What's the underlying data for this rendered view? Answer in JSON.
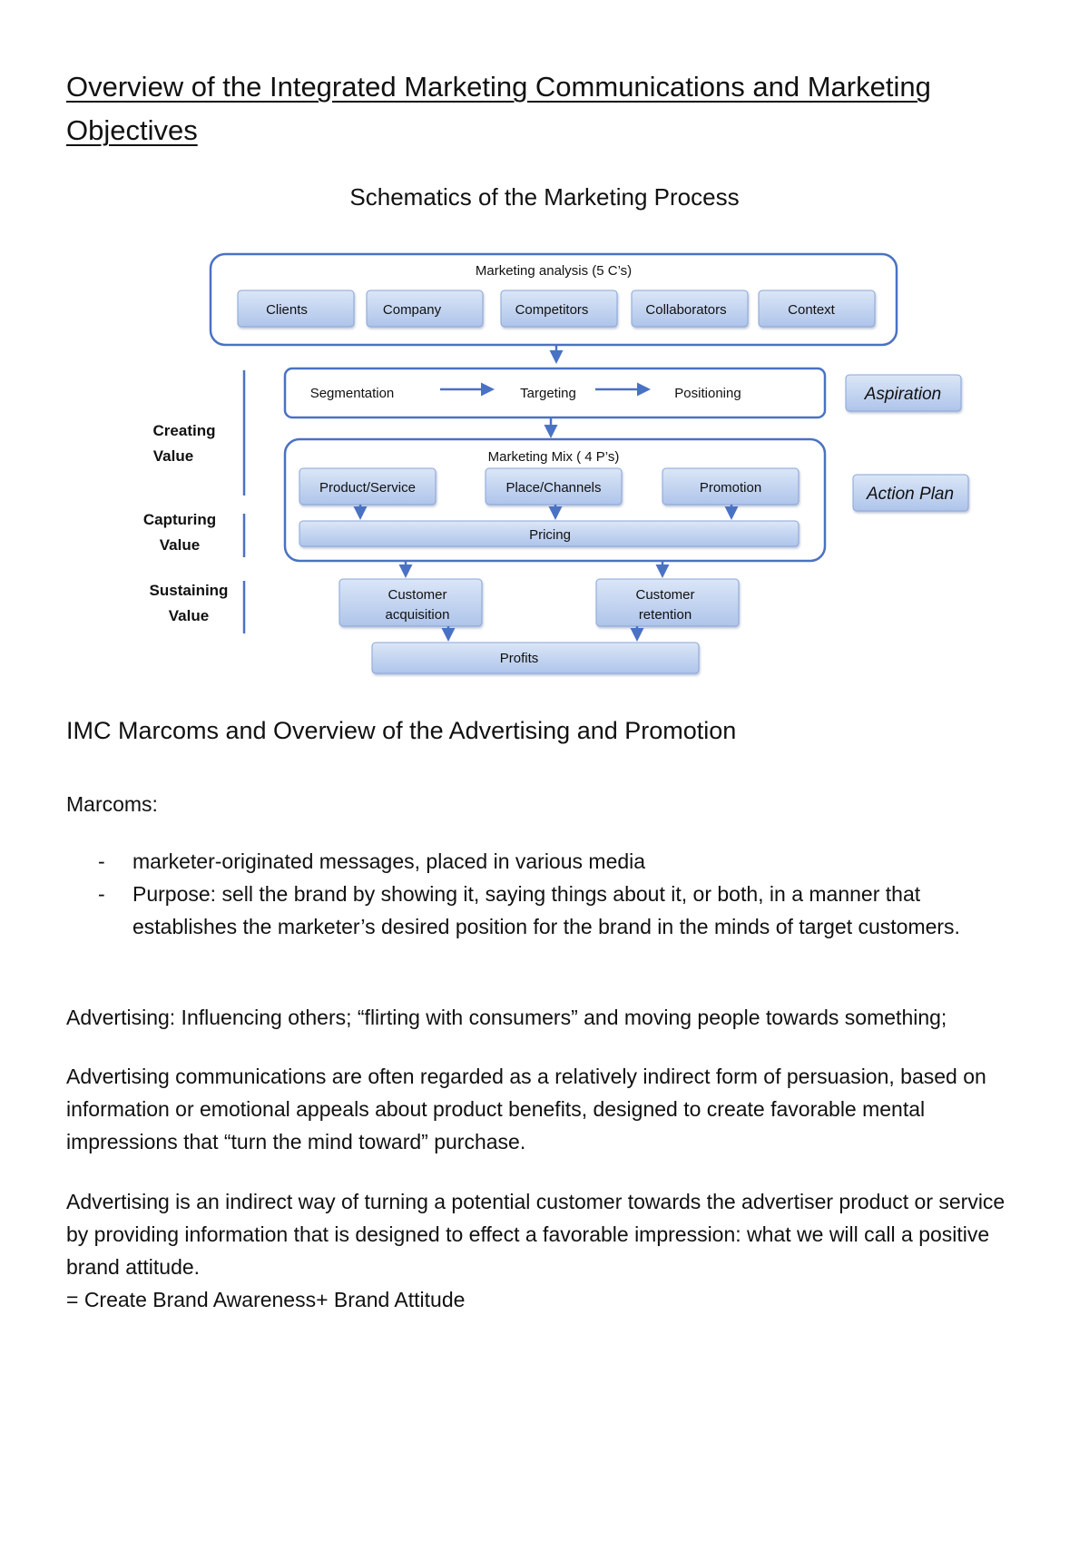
{
  "document": {
    "title": "Overview of the Integrated Marketing Communications and Marketing Objectives",
    "diagram_caption": "Schematics of the Marketing Process",
    "section_heading": "IMC Marcoms and Overview of the Advertising and Promotion",
    "marcoms_label": "Marcoms:",
    "bullets": [
      "marketer-originated messages, placed in various media",
      "Purpose: sell the brand by showing it, saying things about it, or both, in a manner that establishes the marketer’s desired position for the brand in the minds of target customers."
    ],
    "bullet_marker": "-",
    "advertising_def": "Advertising: Influencing others; “flirting with consumers” and moving people towards something;",
    "paragraph_2": "Advertising communications are often regarded as a relatively indirect form of persuasion, based on information or emotional appeals about product benefits, designed to create favorable mental impressions that “turn the mind toward” purchase.",
    "paragraph_3": "Advertising is an indirect way of turning a potential customer towards the advertiser product or service by providing information that is designed to effect a favorable impression: what we will call a positive brand attitude.",
    "paragraph_3_formula": "= Create Brand Awareness+ Brand Attitude"
  },
  "diagram": {
    "analysis_title": "Marketing analysis  (5 C’s)",
    "five_cs": [
      "Clients",
      "Company",
      "Competitors",
      "Collaborators",
      "Context"
    ],
    "stp": [
      "Segmentation",
      "Targeting",
      "Positioning"
    ],
    "mix_title": "Marketing Mix ( 4 P’s)",
    "four_ps": [
      "Product/Service",
      "Place/Channels",
      "Promotion"
    ],
    "pricing": "Pricing",
    "customer_acquisition": [
      "Customer",
      "acquisition"
    ],
    "customer_retention": [
      "Customer",
      "retention"
    ],
    "profits": "Profits",
    "aspiration": "Aspiration",
    "action_plan": "Action Plan",
    "creating_value": [
      "Creating",
      "Value"
    ],
    "capturing_value": [
      "Capturing",
      "Value"
    ],
    "sustaining_value": [
      "Sustaining",
      "Value"
    ],
    "colors": {
      "outline": "#4a72c4",
      "box_fill_top": "#dbe6f7",
      "box_fill_bottom": "#aec4ea",
      "arrow": "#4a72c4",
      "text": "#111111"
    }
  }
}
